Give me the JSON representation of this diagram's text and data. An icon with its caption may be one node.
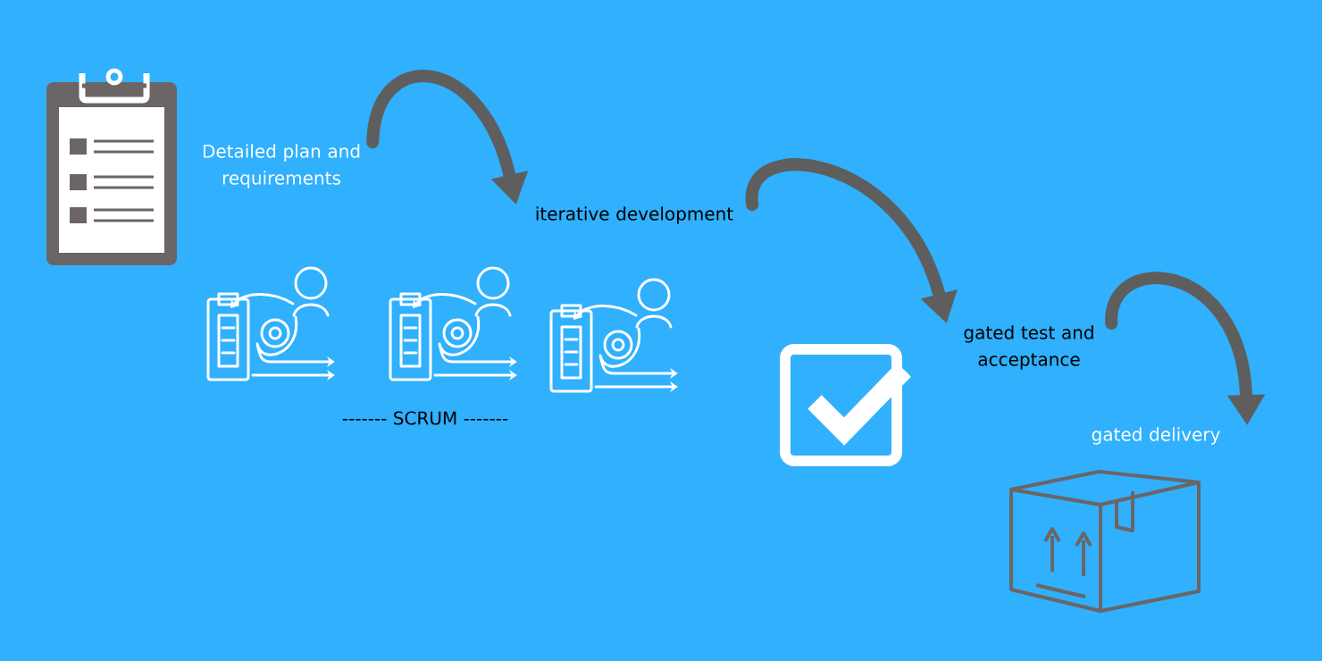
{
  "diagram": {
    "nodes": [
      {
        "text": [
          "Detailed plan and requirements"
        ]
      },
      {
        "text": [
          "iterative development"
        ]
      },
      {
        "text": [
          "gated test and acceptance"
        ]
      },
      {
        "text": [
          "gated delivery"
        ]
      }
    ],
    "edges": [
      {
        "from": 0,
        "to": 1,
        "arrow": "to"
      },
      {
        "from": 1,
        "to": 2,
        "arrow": "to"
      },
      {
        "from": 2,
        "to": 3,
        "arrow": "to"
      }
    ],
    "labels": [
      "------- SCRUM -------"
    ]
  }
}
